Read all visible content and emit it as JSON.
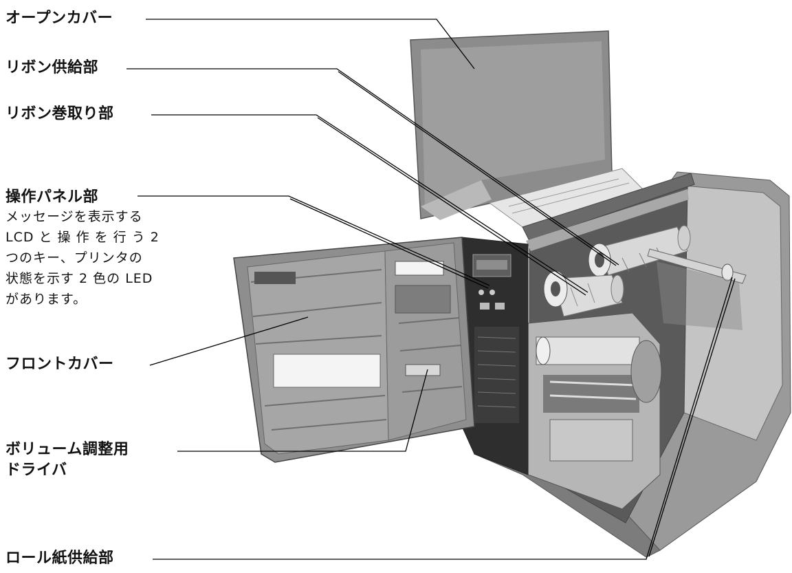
{
  "labels": {
    "open_cover": "オープンカバー",
    "ribbon_supply": "リボン供給部",
    "ribbon_rewind": "リボン巻取り部",
    "operation_panel": "操作パネル部",
    "front_cover": "フロントカバー",
    "volume_driver_line1": "ボリューム調整用",
    "volume_driver_line2": "ドライバ",
    "roll_paper_supply": "ロール紙供給部"
  },
  "operation_panel_description": [
    "メッセージを表示する",
    "LCD と 操 作 を 行 う 2",
    "つのキー、プリンタの",
    "状態を示す 2 色の LED",
    "があります。"
  ]
}
